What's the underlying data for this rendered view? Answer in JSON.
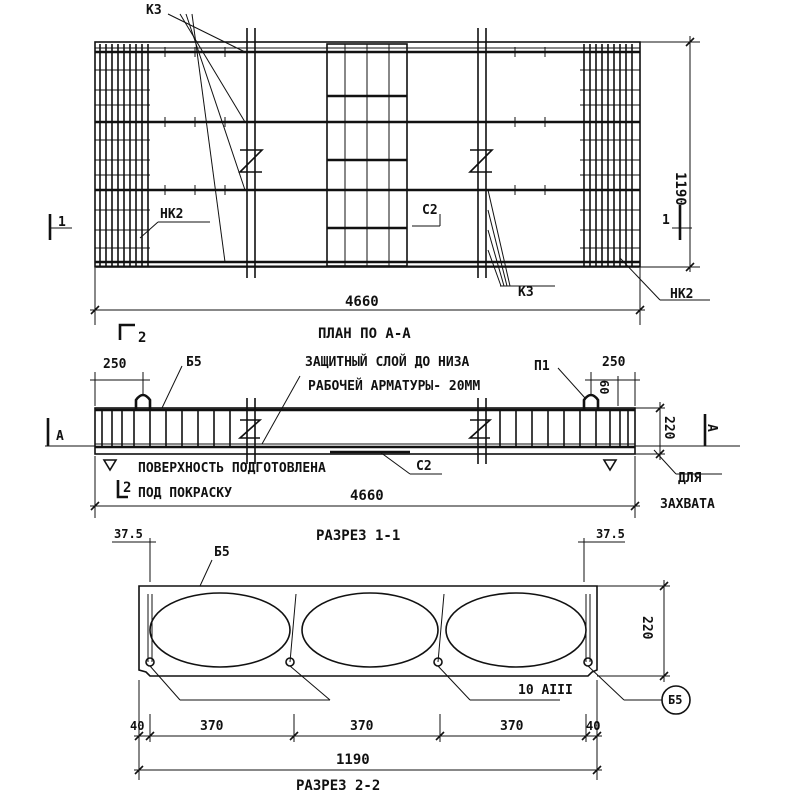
{
  "marks": {
    "k3_top": "К3",
    "nk2_left": "НК2",
    "c2_plan": "С2",
    "k3_bottom": "К3",
    "nk2_right": "НК2",
    "b5_elev": "Б5",
    "p1": "П1",
    "c2_elev": "С2",
    "b5_section": "Б5",
    "b5_circle": "Б5",
    "rebar_10aiii": "10 АIII"
  },
  "dimensions": {
    "plan_length": "4660",
    "plan_width": "1190",
    "elev_left_250": "250",
    "elev_right_250": "250",
    "elev_height_220": "220",
    "elev_60": "60",
    "elev_length": "4660",
    "sec_edge_left": "37.5",
    "sec_edge_right": "37.5",
    "sec_height": "220",
    "sec_40_left": "40",
    "sec_370_a": "370",
    "sec_370_b": "370",
    "sec_370_c": "370",
    "sec_40_right": "40",
    "sec_total": "1190"
  },
  "section_markers": {
    "cut1_left": "1",
    "cut1_right": "1",
    "cut2_top": "2",
    "cut2_bottom": "2",
    "cutA_left": "А",
    "cutA_right": "А"
  },
  "titles": {
    "plan": "ПЛАН ПО А-А",
    "section_1": "РАЗРЕЗ 1-1",
    "section_2": "РАЗРЕЗ 2-2"
  },
  "notes": {
    "cover_line1": "ЗАЩИТНЫЙ СЛОЙ ДО НИЗА",
    "cover_line2": "РАБОЧЕЙ АРМАТУРЫ- 20ММ",
    "surface_line1": "ПОВЕРХНОСТЬ ПОДГОТОВЛЕНА",
    "surface_line2": "ПОД ПОКРАСКУ",
    "grip_line1": "ДЛЯ",
    "grip_line2": "ЗАХВАТА"
  }
}
